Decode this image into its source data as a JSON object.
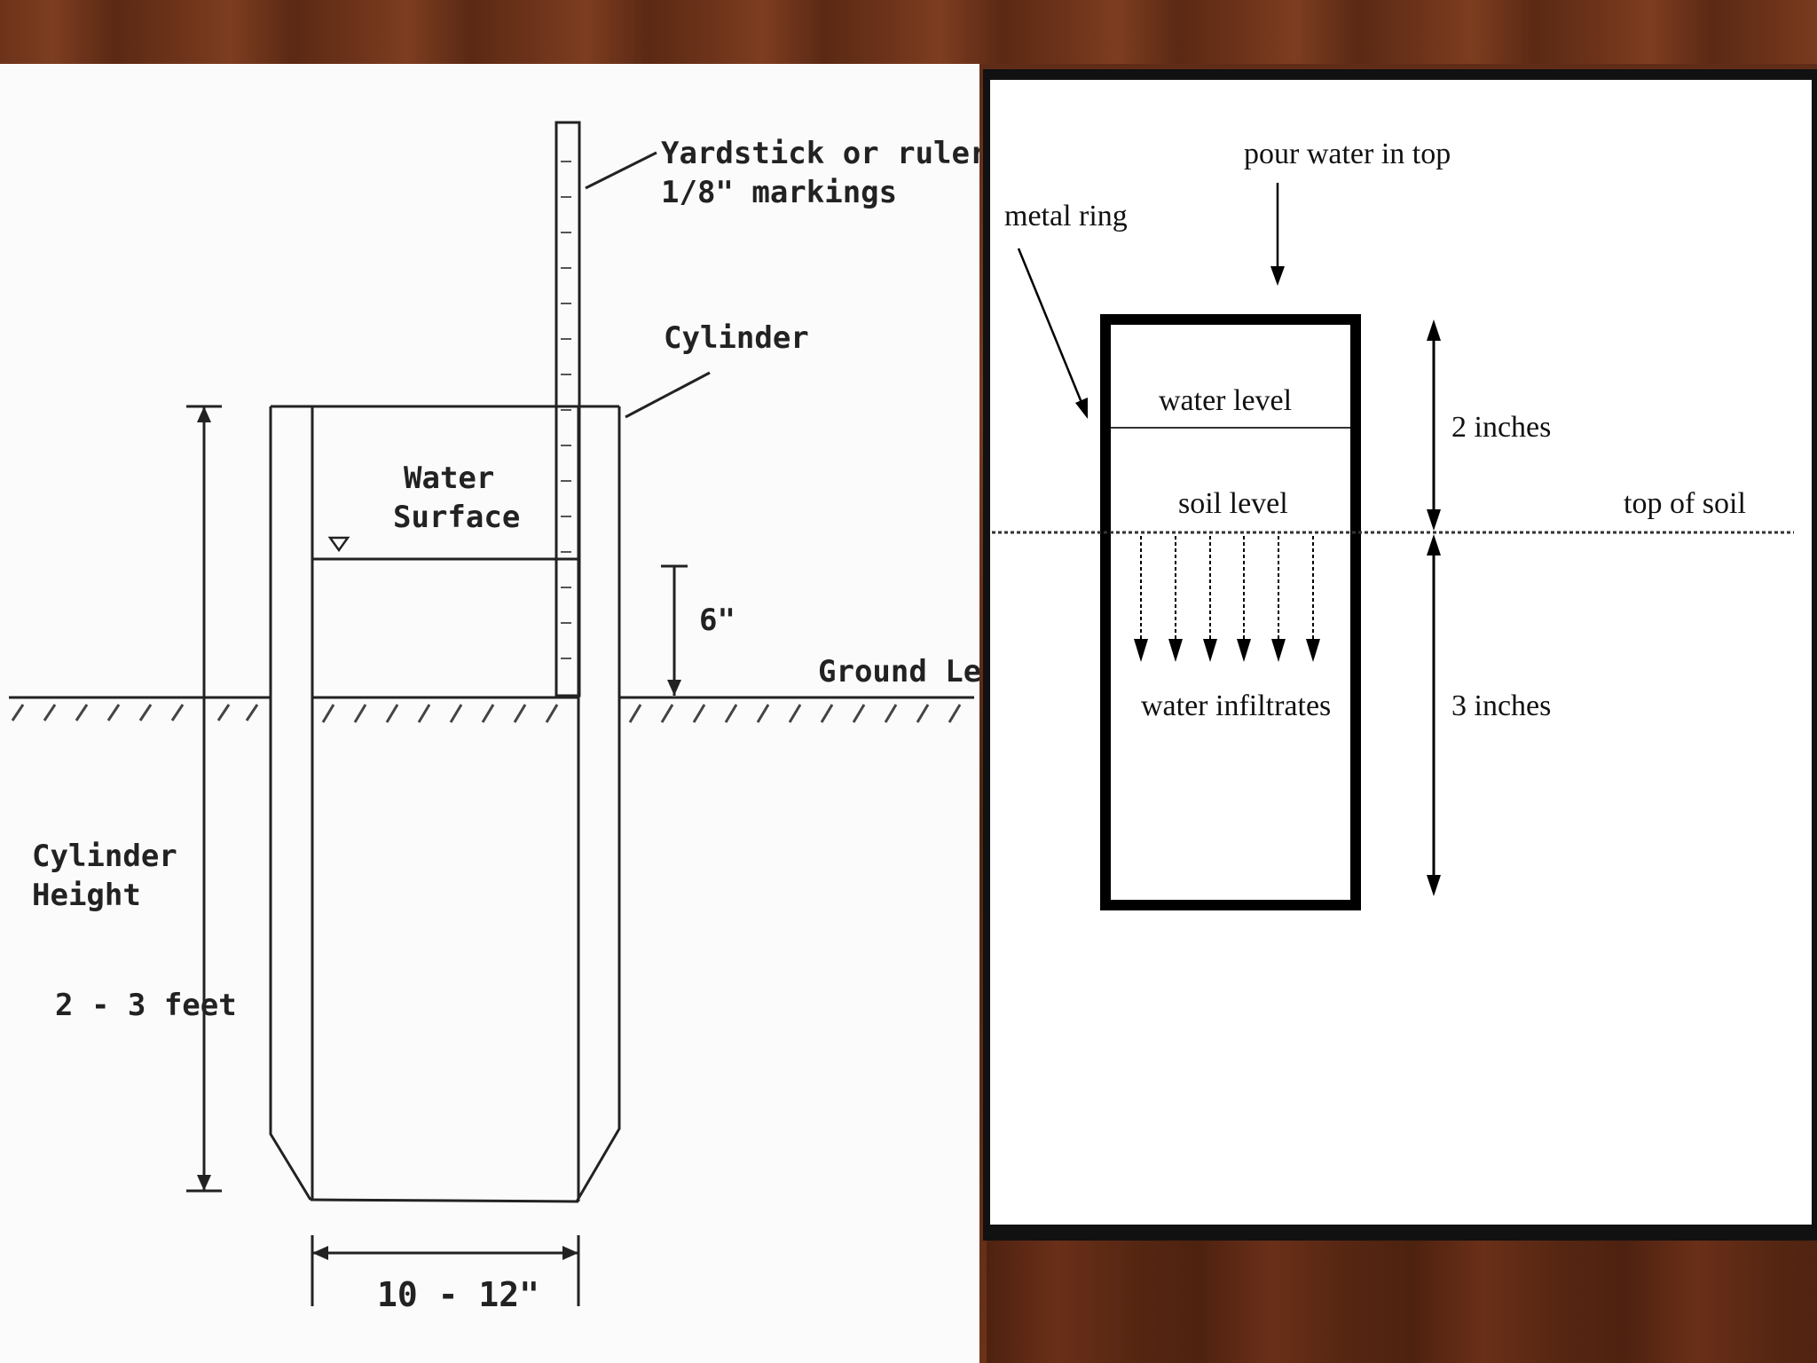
{
  "left_diagram": {
    "ruler_label_line1": "Yardstick or ruler with",
    "ruler_label_line2": "1/8\" markings",
    "cylinder_label": "Cylinder",
    "water_surface_line1": "Water",
    "water_surface_line2": "Surface",
    "depth_label": "6\"",
    "ground_label": "Ground Level",
    "height_label_line1": "Cylinder",
    "height_label_line2": "Height",
    "height_value": "2 - 3 feet",
    "diameter_label": "10 - 12\""
  },
  "right_diagram": {
    "pour_label": "pour water in top",
    "ring_label": "metal ring",
    "water_level_label": "water level",
    "soil_level_label": "soil level",
    "top_of_soil_label": "top of soil",
    "upper_dimension": "2 inches",
    "lower_dimension": "3 inches",
    "infiltrate_label": "water infiltrates"
  },
  "colors": {
    "wood": "#6d331a",
    "ink": "#111111",
    "paper": "#fbfbfb"
  }
}
